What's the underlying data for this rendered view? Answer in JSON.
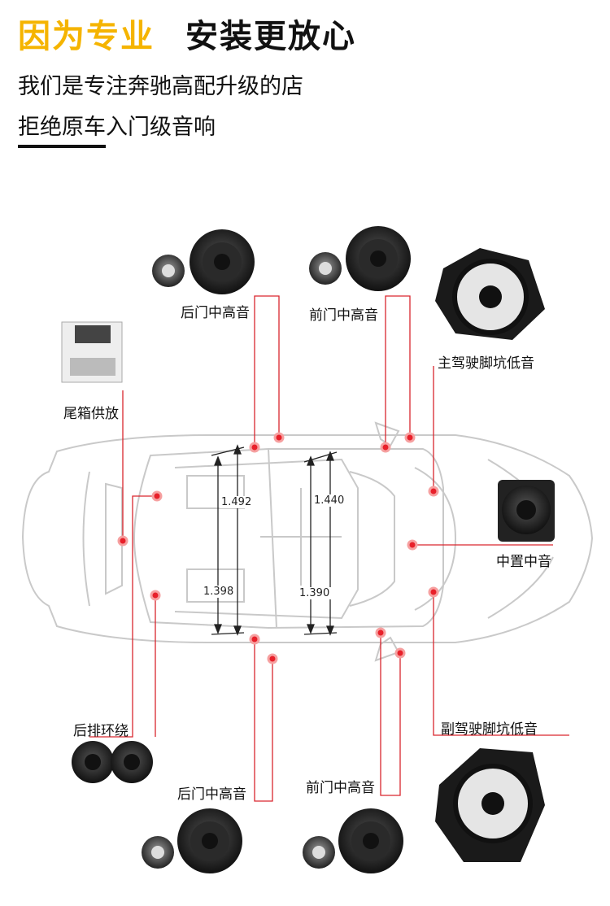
{
  "header": {
    "title_highlight": "因为专业",
    "title_main": "安装更放心",
    "line1": "我们是专注奔驰高配升级的店",
    "line2": "拒绝原车入门级音响"
  },
  "labels": {
    "rear_door_top": "后门中高音",
    "front_door_top": "前门中高音",
    "driver_sub": "主驾驶脚坑低音",
    "trunk_amp": "尾箱供放",
    "center_mid": "中置中音",
    "rear_surround": "后排环绕",
    "passenger_sub": "副驾驶脚坑低音",
    "rear_door_bottom": "后门中高音",
    "front_door_bottom": "前门中高音"
  },
  "dimensions": {
    "rear_top": "1.492",
    "front_top": "1.440",
    "rear_bottom": "1.398",
    "front_bottom": "1.390"
  },
  "colors": {
    "accent": "#f5b400",
    "marker": "#e8202a",
    "leader": "#d9262e"
  }
}
